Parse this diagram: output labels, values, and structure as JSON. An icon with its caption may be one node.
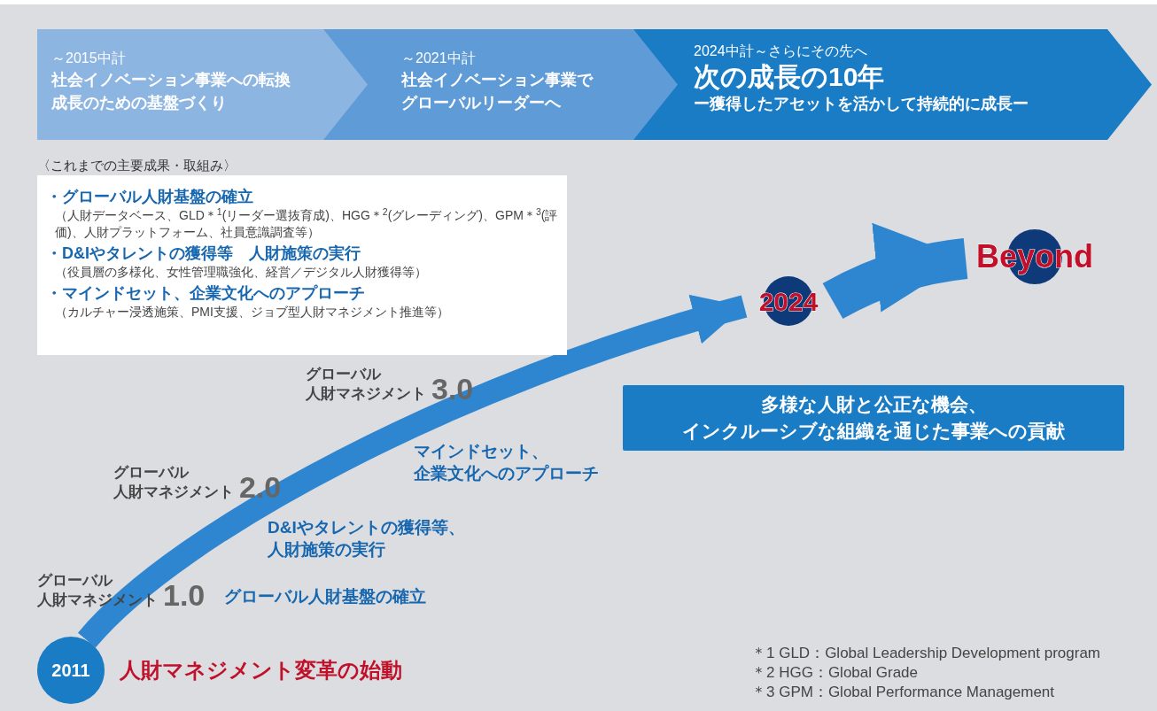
{
  "diagram": {
    "nodes": [
      {
        "text": [
          "～2015中計",
          "社会イノベーション事業への転換成長のための基盤づくり"
        ]
      },
      {
        "text": [
          "～2021中計",
          "社会イノベーション事業でグローバルリーダーへ"
        ]
      },
      {
        "text": [
          "2024中計～さらにその先へ",
          "次の成長の10年",
          "ー獲得したアセットを活かして持続的に成長ー"
        ]
      },
      {
        "text": [
          "・グローバル人財基盤の確立",
          "（人財データベース、GLD＊$^{1}$(リーダー選抜育成)、HGG＊$^{2}$(グレーディング)、GPM＊$^{3}$(評価)、人財プラットフォーム、社員意識調査等）",
          "・D&Iやタレントの獲得等　人財施策の実行",
          "（役員層の多様化、女性管理職強化、経営／デジタル人財獲得等）",
          "・マインドセット、企業文化へのアプローチ",
          "（カルチャー浸透施策、PMI支援、ジョブ型人財マネジメント推進等）"
        ]
      },
      {
        "text": [
          "多様な人財と公正な機会、インクルーシブな組織を通じた事業への貢献"
        ]
      },
      {
        "text": [
          "2011"
        ],
        "beside": [
          "人財マネジメント変革の始動"
        ]
      },
      {
        "text": [
          "2024"
        ]
      },
      {
        "text": [
          "Beyond"
        ]
      }
    ],
    "edges": [
      {
        "from": 5,
        "to": 6,
        "arrow": "to"
      },
      {
        "from": 6,
        "to": 7,
        "arrow": "to"
      }
    ],
    "labels": [
      "〈これまでの主要成果・取組み〉",
      "グローバル人財マネジメント",
      "3.0",
      "マインドセット、企業文化へのアプローチ",
      "グローバル人財マネジメント",
      "2.0",
      "D&Iやタレントの獲得等、人財施策の実行",
      "グローバル人財マネジメント",
      "1.0",
      "グローバル人財基盤の確立",
      "＊1 GLD：Global Leadership Development program",
      "＊2 HGG：Global Grade",
      "＊3 GPM：Global Performance Management"
    ]
  }
}
